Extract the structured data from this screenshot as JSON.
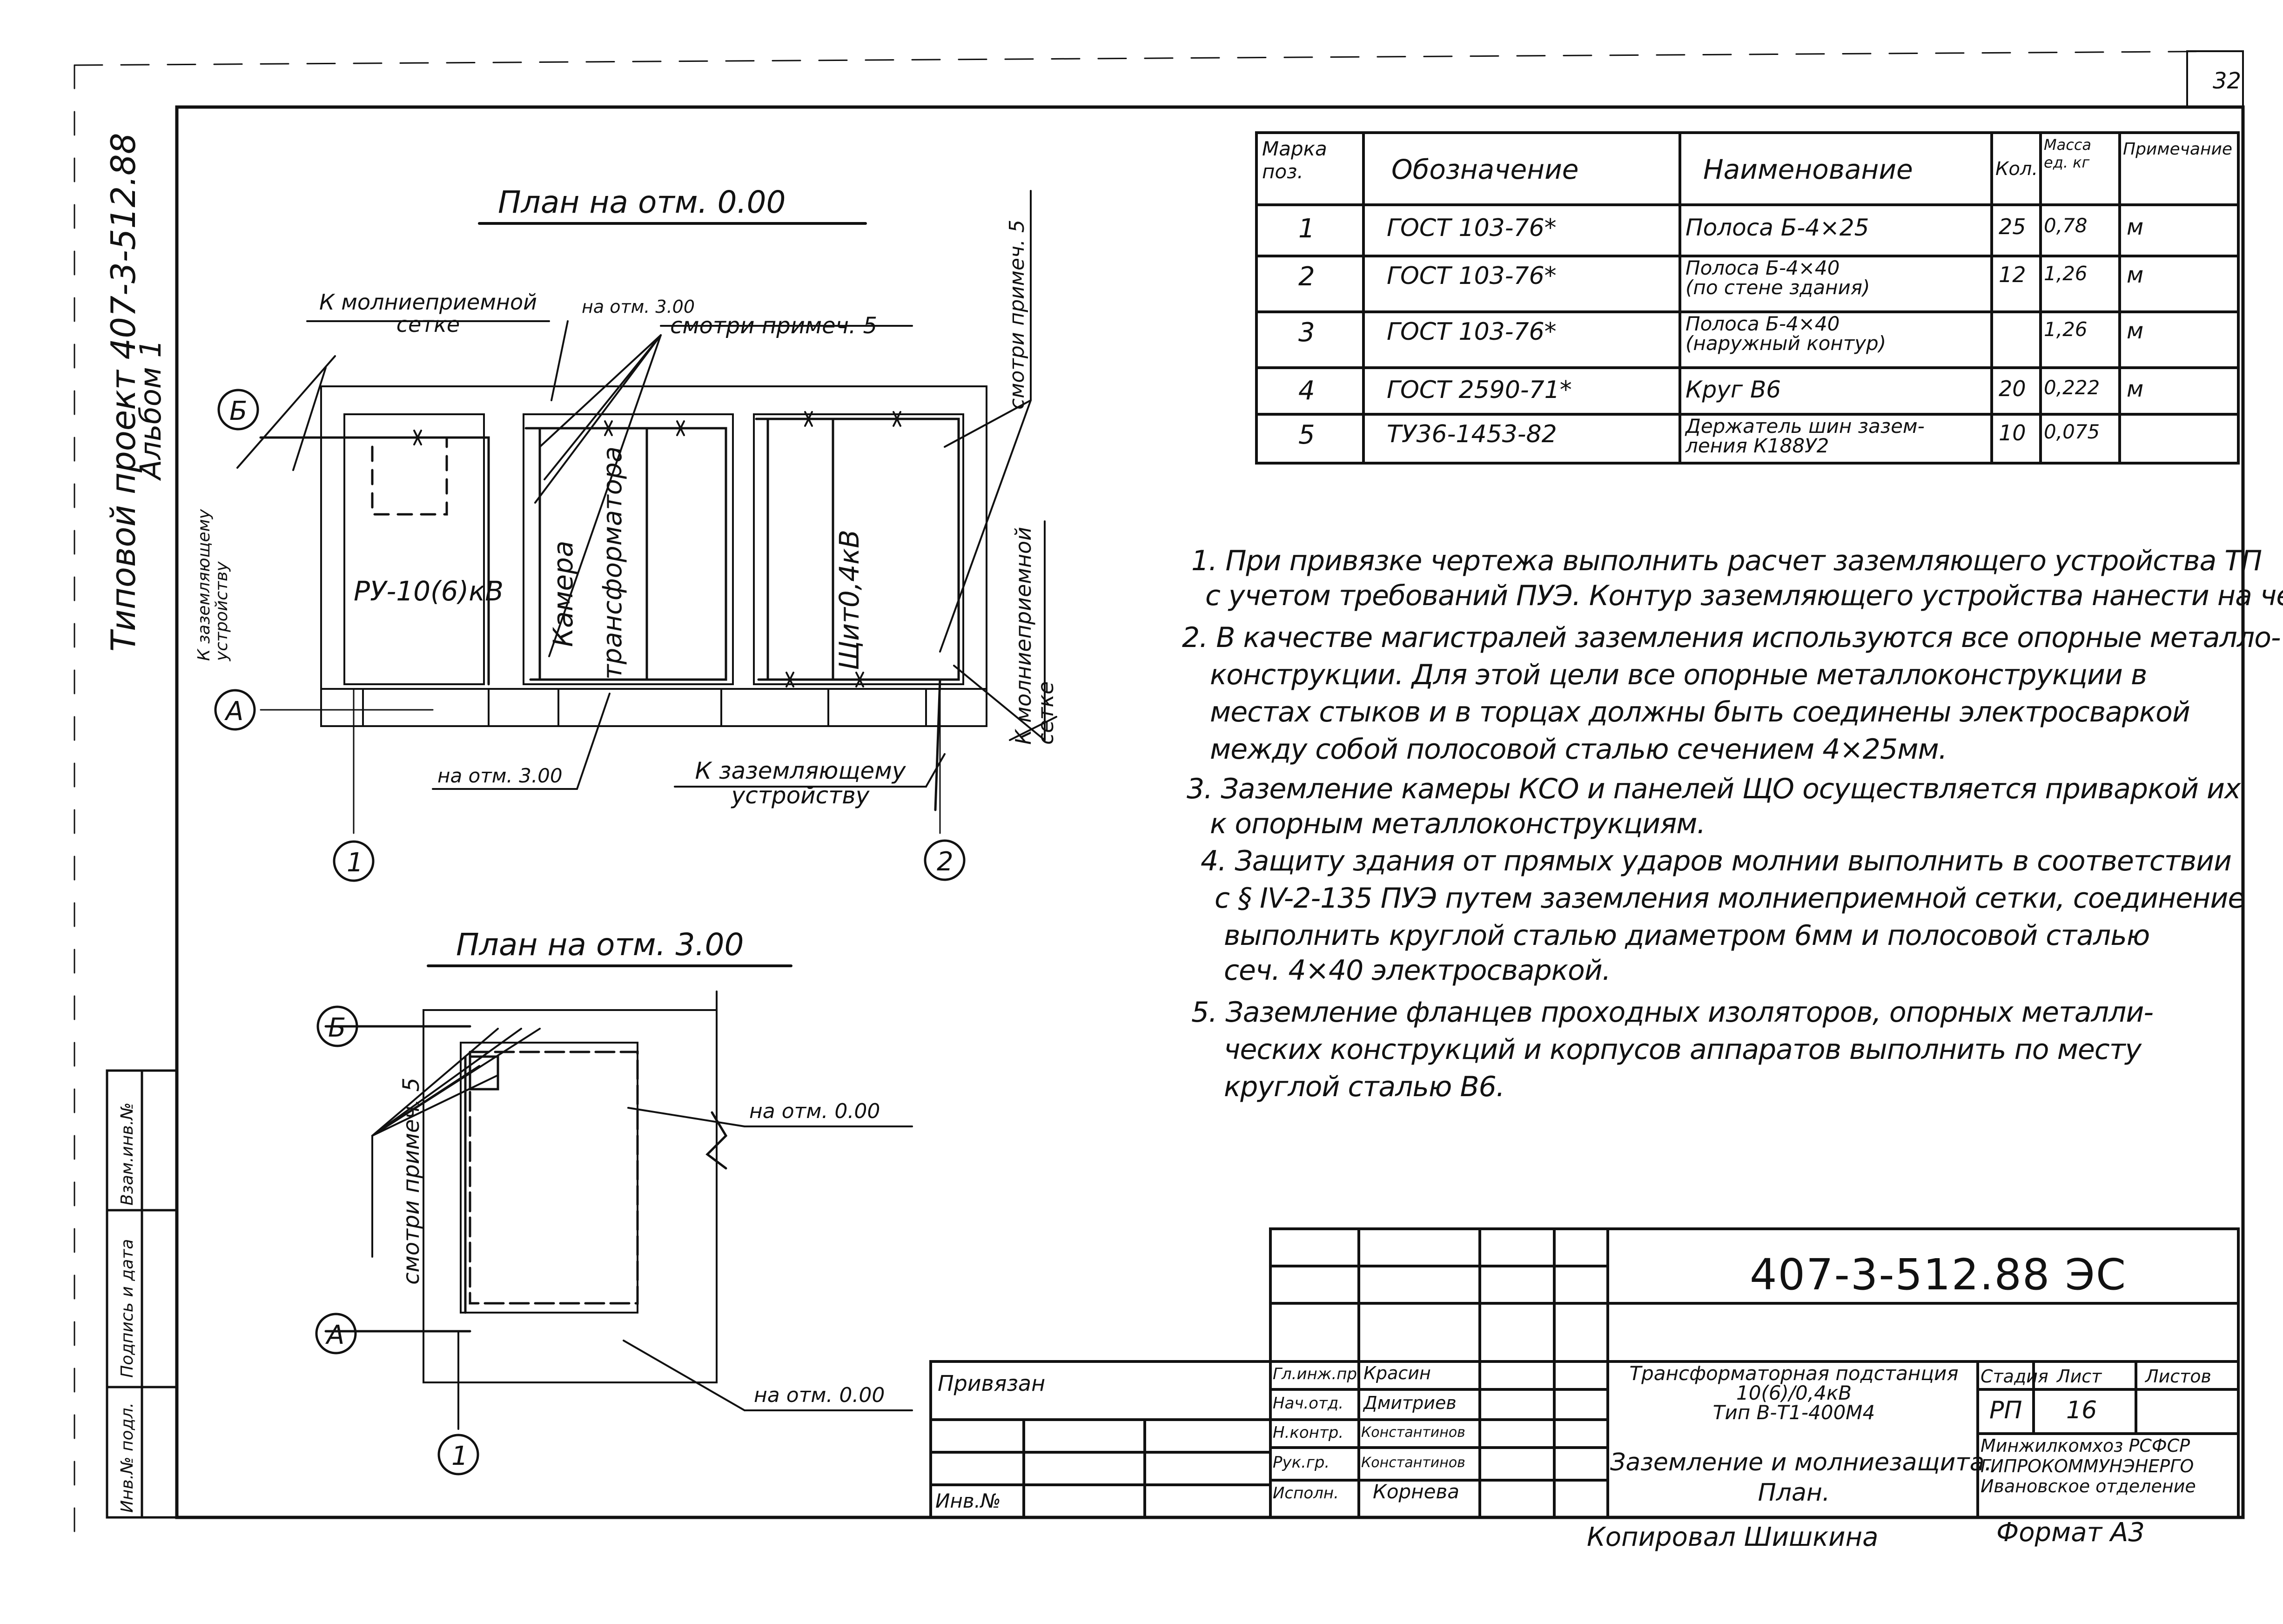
{
  "page_number": "32",
  "side_title": {
    "project": "Типовой проект 407-3-512.88",
    "album": "Альбом 1"
  },
  "plan1": {
    "title": "План на отм. 0.00",
    "labels": {
      "mesh_top": "К молниеприемной\nсетке",
      "elev_top": "на отм. 3.00",
      "see_note5_top": "смотри примеч. 5",
      "see_note5_right": "смотри примеч. 5",
      "mesh_right": "К молниеприемной\nсетке",
      "ground_left": "К заземляющему\nустройству",
      "ground_bottom": "К заземляющему\nустройству",
      "elev_bottom": "на отм. 3.00",
      "room_ru": "РУ-10(6)кВ",
      "room_cam_1": "Камера",
      "room_cam_2": "трансформатора",
      "room_shield": "Щит0,4кВ"
    },
    "axes": {
      "b": "Б",
      "a": "А",
      "n1": "1",
      "n2": "2"
    }
  },
  "plan2": {
    "title": "План на отм. 3.00",
    "labels": {
      "elev_a": "на отм. 0.00",
      "elev_b": "на отм. 0.00",
      "see_note": "смотри\nпримеч. 5"
    },
    "axes": {
      "b": "Б",
      "a": "А",
      "n1": "1"
    }
  },
  "spec_table": {
    "headers": [
      "Марка поз.",
      "Обозначение",
      "Наименование",
      "Кол.",
      "Масса ед. кг",
      "Примечание"
    ],
    "rows": [
      [
        "1",
        "ГОСТ 103-76*",
        "Полоса Б-4×25",
        "25",
        "0,78",
        "м"
      ],
      [
        "2",
        "ГОСТ 103-76*",
        "Полоса Б-4×40\n(по стене здания)",
        "12",
        "1,26",
        "м"
      ],
      [
        "3",
        "ГОСТ 103-76*",
        "Полоса Б-4×40\n(наружный контур)",
        "",
        "1,26",
        "м"
      ],
      [
        "4",
        "ГОСТ 2590-71*",
        "Круг В6",
        "20",
        "0,222",
        "м"
      ],
      [
        "5",
        "ТУ36-1453-82",
        "Держатель шин зазем-\nления К188У2",
        "10",
        "0,075",
        ""
      ]
    ]
  },
  "notes": [
    "1. При привязке чертежа выполнить расчет заземляющего устройства ТП",
    "с учетом требований ПУЭ. Контур заземляющего устройства нанести на чертеж.",
    "2. В качестве магистралей заземления используются все опорные металло-",
    "конструкции. Для этой цели все опорные металлоконструкции в",
    "местах стыков и в торцах должны быть соединены электросваркой",
    "между собой полосовой сталью сечением 4×25мм.",
    "3. Заземление камеры КСО и панелей ЩО осуществляется приваркой их",
    "к опорным металлоконструкциям.",
    "4. Защиту здания от прямых ударов молнии выполнить в соответствии",
    "с § IV-2-135 ПУЭ путем заземления молниеприемной сетки, соединение",
    "выполнить круглой сталью диаметром 6мм и полосовой сталью",
    "сеч. 4×40 электросваркой.",
    "5. Заземление фланцев проходных изоляторов, опорных металли-",
    "ческих конструкций и корпусов аппаратов выполнить по месту",
    "круглой сталью В6."
  ],
  "side_stamp": {
    "inv_podl": "Инв.№ подл.",
    "sign_date": "Подпись и дата",
    "vzam_inv": "Взам.инв.№"
  },
  "title_block": {
    "doc_code": "407-3-512.88 ЭС",
    "privyazan": "Привязан",
    "inv_no": "Инв.№",
    "roles": [
      {
        "role": "Гл.инж.пр.",
        "name": "Красин"
      },
      {
        "role": "Нач.отд.",
        "name": "Дмитриев"
      },
      {
        "role": "Н.контр.",
        "name": "Константинов"
      },
      {
        "role": "Рук.гр.",
        "name": "Константинов"
      },
      {
        "role": "Исполн.",
        "name": "Корнева"
      }
    ],
    "object_name": "Трансформаторная подстанция\n10(6)/0,4кВ\nТип В-Т1-400М4",
    "sheet_name": "Заземление и молниезащита.\nПлан.",
    "stage_label": "Стадия",
    "sheet_label": "Лист",
    "sheets_label": "Листов",
    "stage_value": "РП",
    "sheet_value": "16",
    "org": "Минжилкомхоз РСФСР\nГИПРОКОММУНЭНЕРГО\nИвановское отделение"
  },
  "footer": {
    "copied_by": "Копировал Шишкина",
    "format": "Формат А3"
  }
}
